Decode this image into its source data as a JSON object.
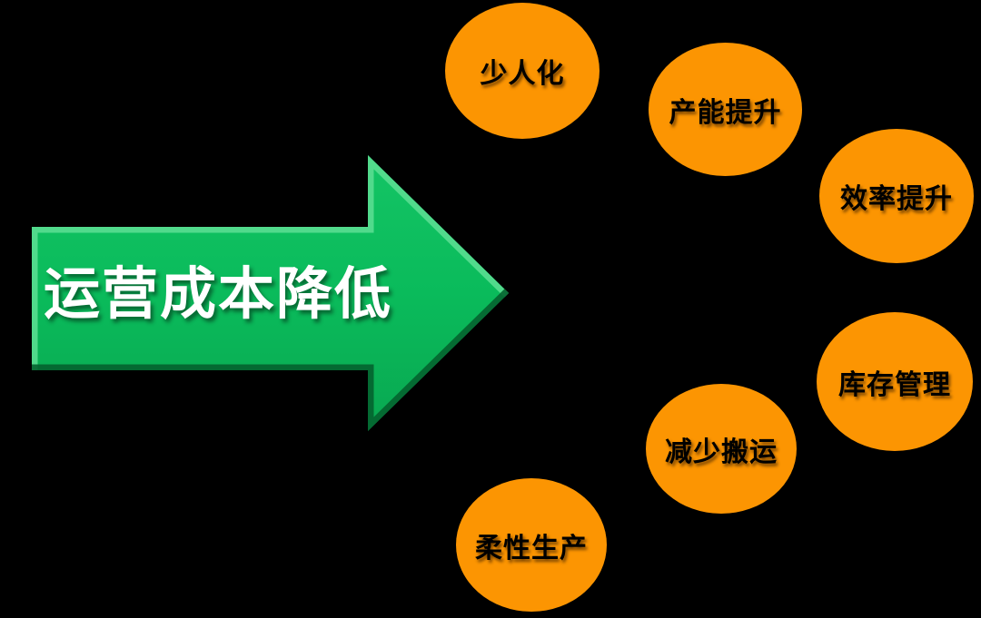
{
  "background_color": "#000000",
  "arrow": {
    "label": "运营成本降低",
    "fill_color": "#0ABB5B",
    "highlight_color": "#55DB8E",
    "shadow_edge_color": "#04632F",
    "text_color": "#FFFFFF"
  },
  "circle_style": {
    "fill_color": "#FC9502",
    "text_color": "#000000"
  },
  "circles": [
    {
      "label": "少人化"
    },
    {
      "label": "产能提升"
    },
    {
      "label": "效率提升"
    },
    {
      "label": "库存管理"
    },
    {
      "label": "减少搬运"
    },
    {
      "label": "柔性生产"
    }
  ]
}
